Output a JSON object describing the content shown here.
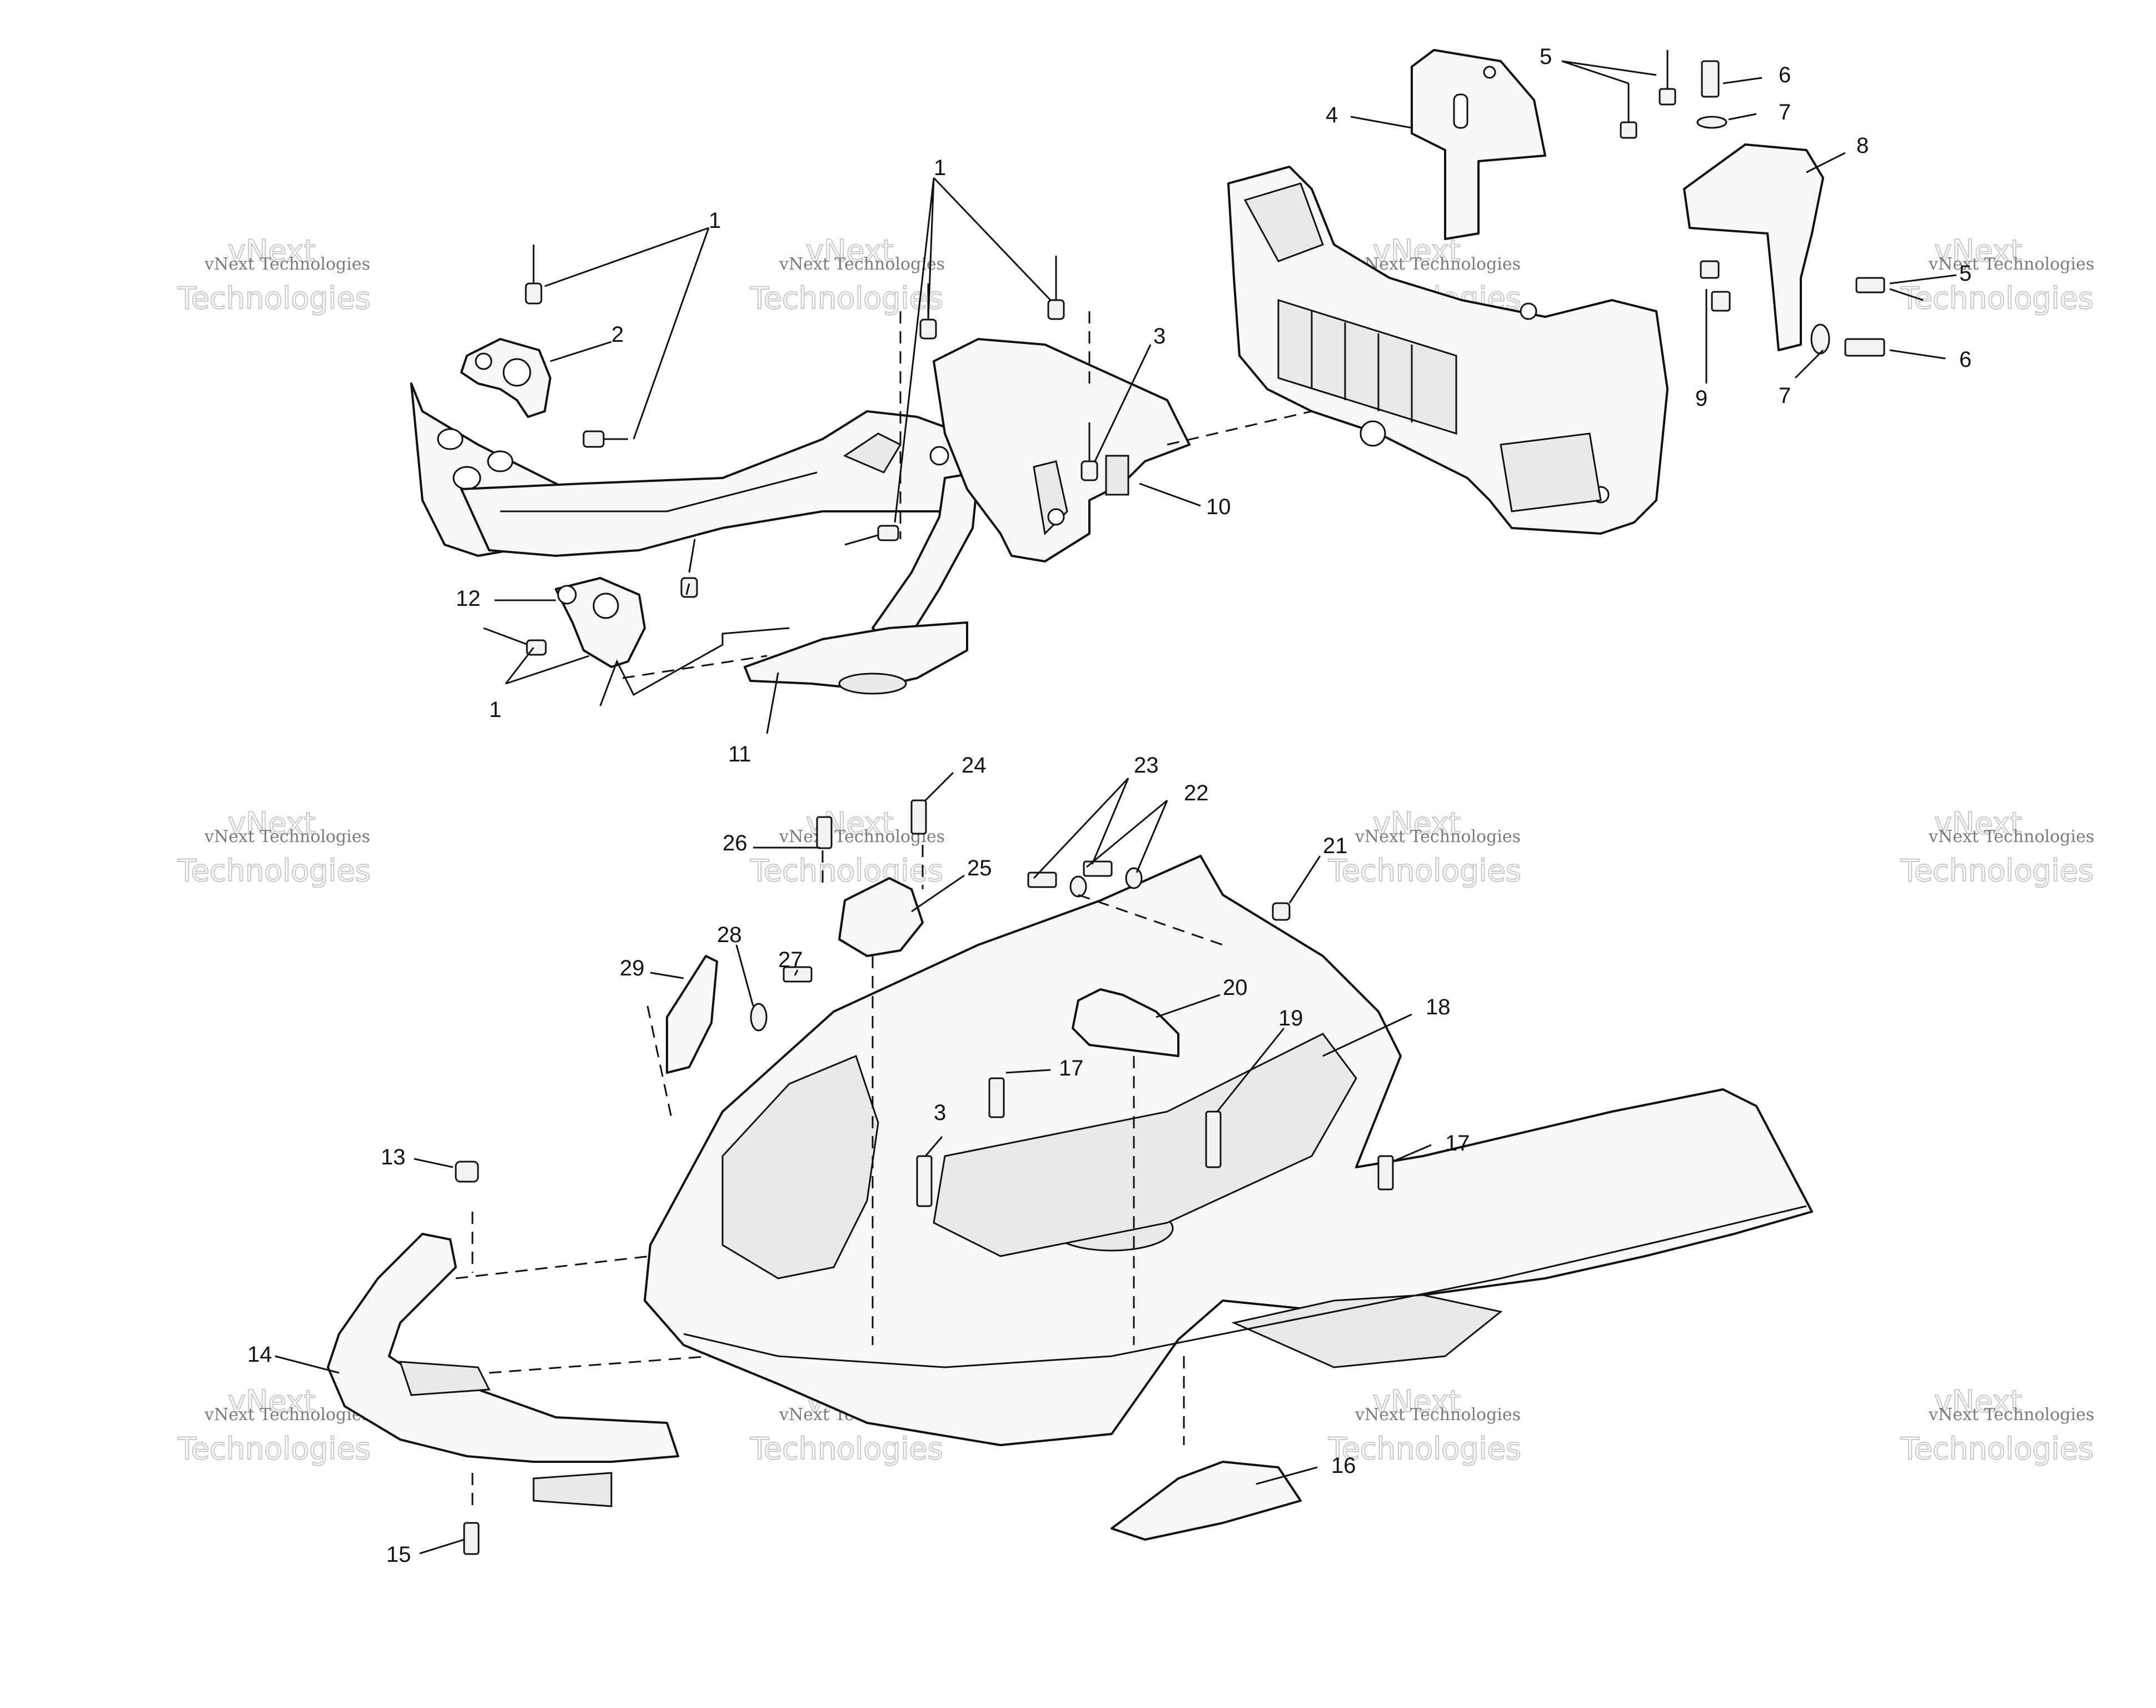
{
  "callouts": {
    "c1a": "1",
    "c1b": "1",
    "c1c": "1",
    "c2": "2",
    "c3a": "3",
    "c4": "4",
    "c5a": "5",
    "c5b": "5",
    "c6a": "6",
    "c6b": "6",
    "c7a": "7",
    "c7b": "7",
    "c8": "8",
    "c9": "9",
    "c10": "10",
    "c11": "11",
    "c12": "12",
    "c13": "13",
    "c14": "14",
    "c15": "15",
    "c16": "16",
    "c17a": "17",
    "c17b": "17",
    "c18": "18",
    "c19": "19",
    "c20": "20",
    "c21": "21",
    "c22": "22",
    "c23": "23",
    "c24": "24",
    "c25": "25",
    "c26": "26",
    "c27": "27",
    "c28": "28",
    "c29": "29",
    "c3b": "3"
  },
  "watermark": {
    "line1": "vNext Technologies",
    "line2": "Technologies",
    "line3": "vNext"
  }
}
